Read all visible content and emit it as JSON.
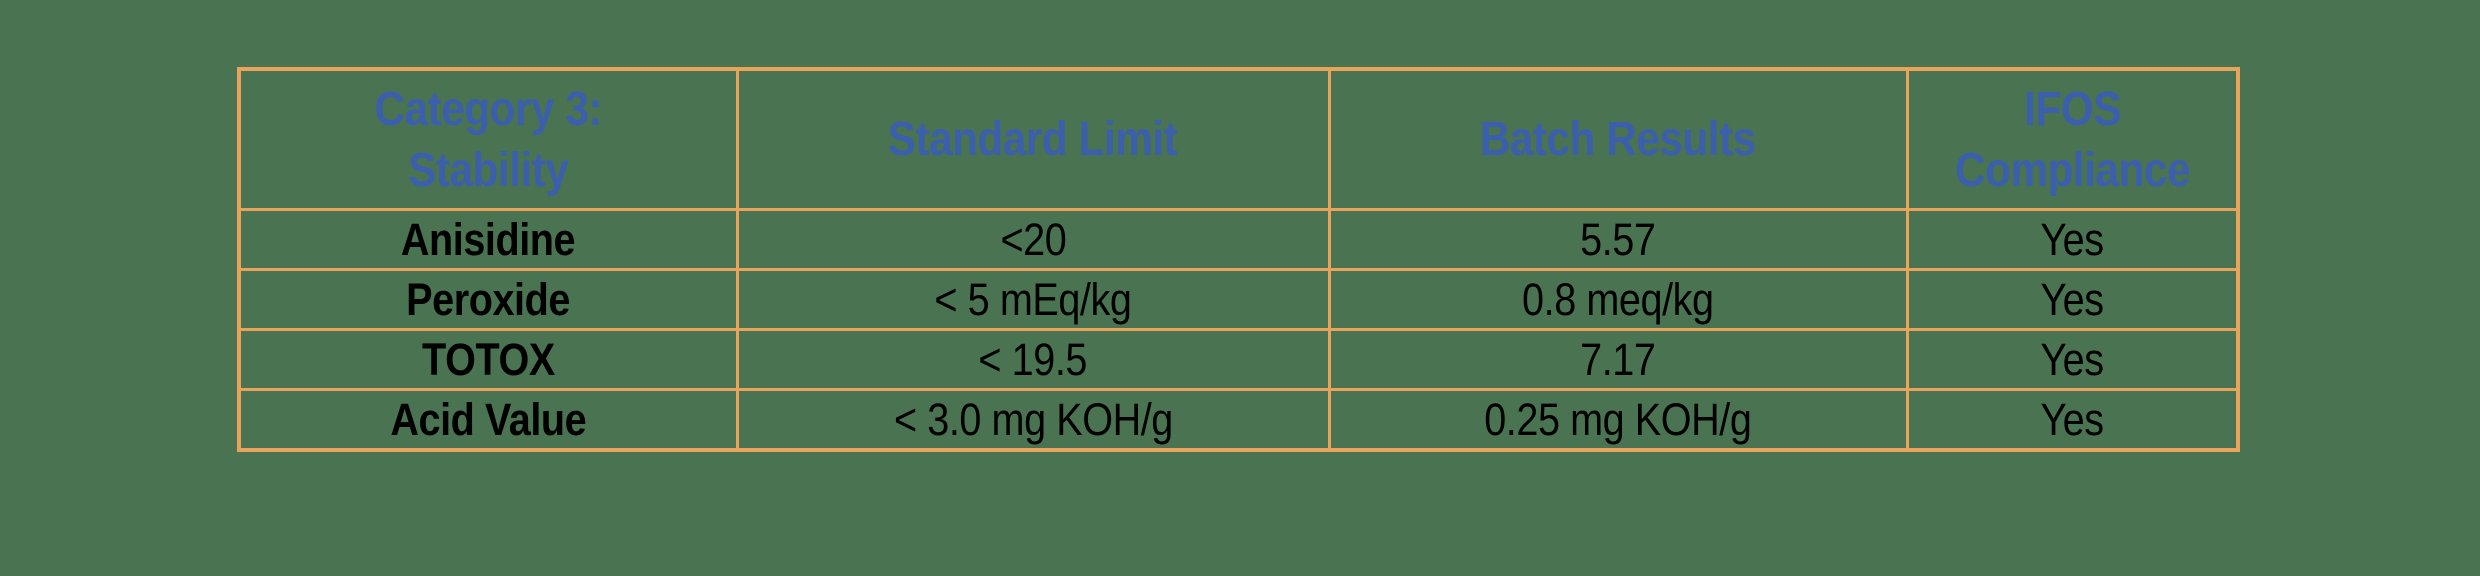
{
  "page": {
    "background_color": "#4A7351"
  },
  "table": {
    "border_color": "#E9A45C",
    "header_text_color": "#3B5FAC",
    "body_text_color": "#000000",
    "headers": [
      "Category 3:\nStability",
      "Standard Limit",
      "Batch Results",
      "IFOS\nCompliance"
    ],
    "rows": [
      {
        "parameter": "Anisidine",
        "standard_limit": "<20",
        "batch_result": "5.57",
        "ifos_compliance": "Yes"
      },
      {
        "parameter": "Peroxide",
        "standard_limit": "< 5 mEq/kg",
        "batch_result": "0.8 meq/kg",
        "ifos_compliance": "Yes"
      },
      {
        "parameter": "TOTOX",
        "standard_limit": "< 19.5",
        "batch_result": "7.17",
        "ifos_compliance": "Yes"
      },
      {
        "parameter": "Acid Value",
        "standard_limit": "< 3.0 mg KOH/g",
        "batch_result": "0.25 mg KOH/g",
        "ifos_compliance": "Yes"
      }
    ]
  }
}
